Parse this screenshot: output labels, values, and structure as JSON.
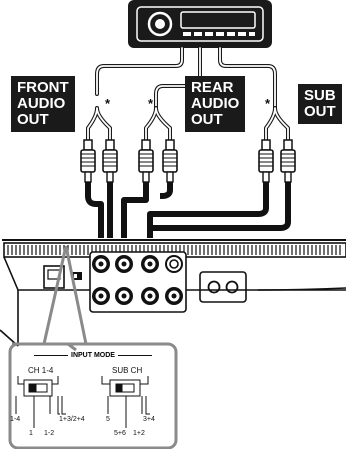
{
  "labels": {
    "front": [
      "FRONT",
      "AUDIO",
      "OUT"
    ],
    "rear": [
      "REAR",
      "AUDIO",
      "OUT"
    ],
    "sub": [
      "SUB",
      "OUT"
    ],
    "asterisk": "*"
  },
  "input_mode": {
    "title": "INPUT MODE",
    "ch14": {
      "title": "CH 1-4",
      "options": [
        "1-4",
        "1",
        "1-2",
        "1+3/2+4"
      ]
    },
    "subch": {
      "title": "SUB CH",
      "options": [
        "5",
        "5+6",
        "1+2",
        "3+4"
      ]
    }
  }
}
